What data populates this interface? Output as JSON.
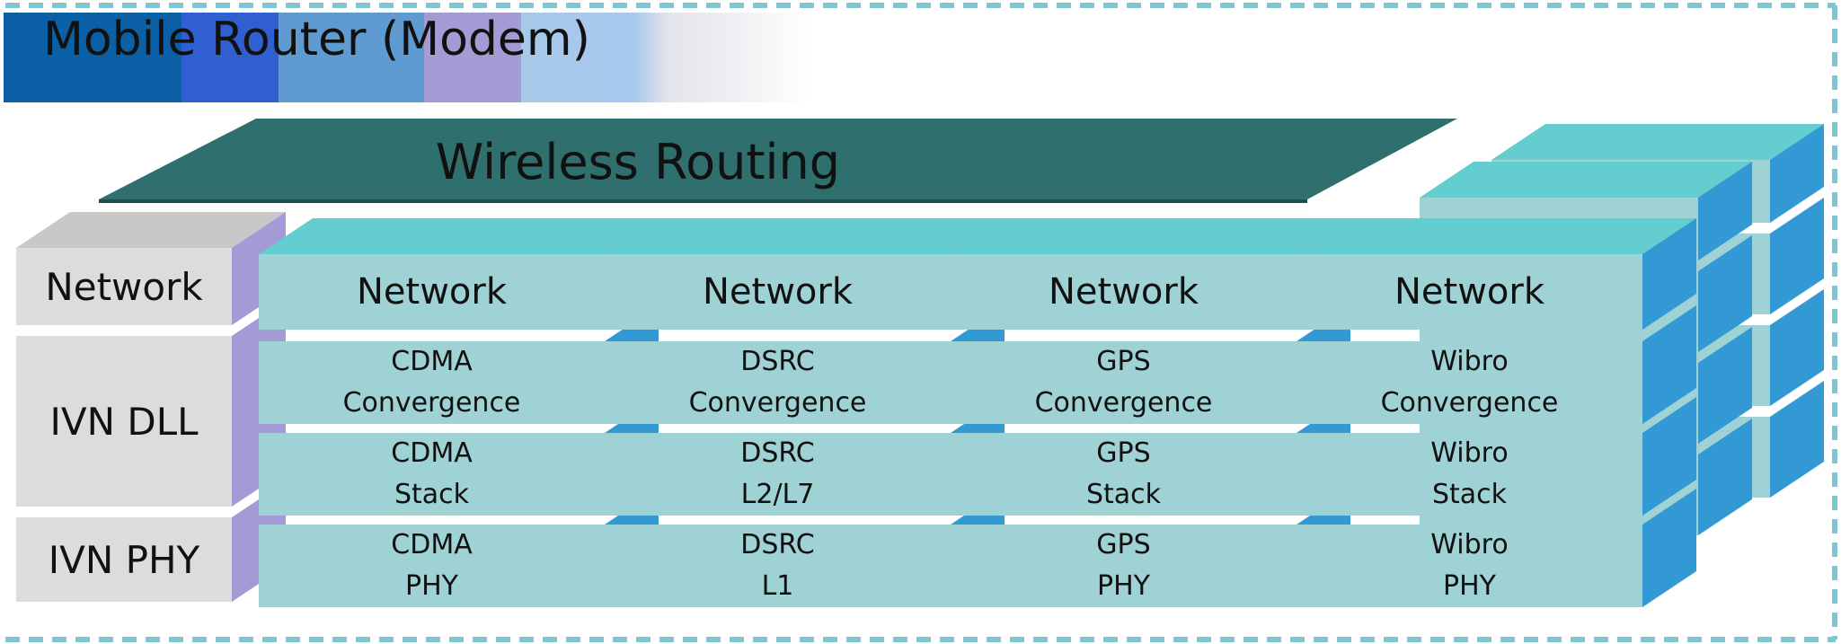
{
  "title": "Mobile Router (Modem)",
  "routing_label": "Wireless Routing",
  "side_layers": {
    "network": "Network",
    "dll": "IVN DLL",
    "phy": "IVN PHY"
  },
  "stacks": [
    {
      "network": "Network",
      "convergence_line1": "CDMA",
      "convergence_line2": "Convergence",
      "stack_line1": "CDMA",
      "stack_line2": "Stack",
      "phy_line1": "CDMA",
      "phy_line2": "PHY"
    },
    {
      "network": "Network",
      "convergence_line1": "DSRC",
      "convergence_line2": "Convergence",
      "stack_line1": "DSRC",
      "stack_line2": "L2/L7",
      "phy_line1": "DSRC",
      "phy_line2": "L1"
    },
    {
      "network": "Network",
      "convergence_line1": "GPS",
      "convergence_line2": "Convergence",
      "stack_line1": "GPS",
      "stack_line2": "Stack",
      "phy_line1": "GPS",
      "phy_line2": "PHY"
    },
    {
      "network": "Network",
      "convergence_line1": "Wibro",
      "convergence_line2": "Convergence",
      "stack_line1": "Wibro",
      "stack_line2": "Stack",
      "phy_line1": "Wibro",
      "phy_line2": "PHY"
    }
  ],
  "colors": {
    "block_front": "#9fd2d4",
    "block_top": "#63cdd0",
    "block_side": "#3399d4",
    "gray_front": "#d9d9d9",
    "gray_top": "#bfbfbf",
    "purple_side": "#a09ad6",
    "routing_fill": "#2f6f6e",
    "border_dash": "#7fc6d2"
  }
}
